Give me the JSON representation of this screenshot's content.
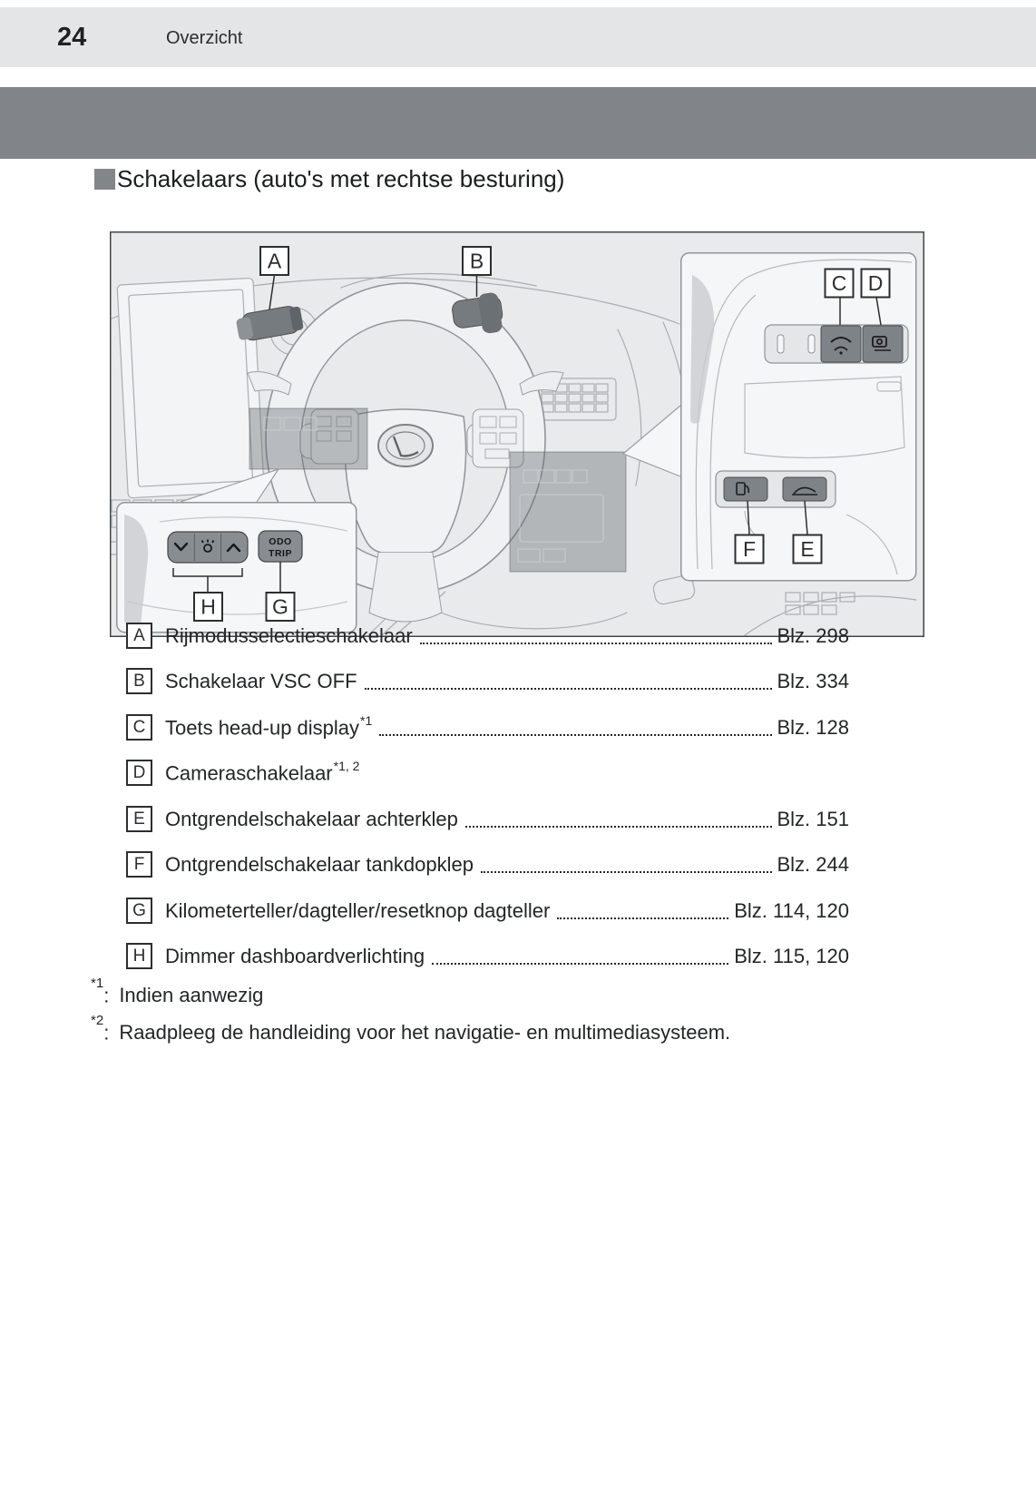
{
  "page": {
    "number": "24",
    "section": "Overzicht"
  },
  "title": {
    "text": "Schakelaars (auto's met rechtse besturing)"
  },
  "diagram": {
    "labels": {
      "a": "A",
      "b": "B",
      "c": "C",
      "d": "D",
      "e": "E",
      "f": "F",
      "g": "G",
      "h": "H"
    },
    "odo_trip_line1": "ODO",
    "odo_trip_line2": "TRIP"
  },
  "list": {
    "items": [
      {
        "key": "A",
        "label": "Rijmodusselectieschakelaar",
        "sup": "",
        "page": "Blz. 298"
      },
      {
        "key": "B",
        "label": "Schakelaar VSC OFF",
        "sup": "",
        "page": "Blz. 334"
      },
      {
        "key": "C",
        "label": "Toets head-up display",
        "sup": "*1",
        "page": "Blz. 128"
      },
      {
        "key": "D",
        "label": "Cameraschakelaar",
        "sup": "*1, 2",
        "page": ""
      },
      {
        "key": "E",
        "label": "Ontgrendelschakelaar achterklep",
        "sup": "",
        "page": "Blz. 151"
      },
      {
        "key": "F",
        "label": "Ontgrendelschakelaar tankdopklep",
        "sup": "",
        "page": "Blz. 244"
      },
      {
        "key": "G",
        "label": "Kilometerteller/dagteller/resetknop dagteller",
        "sup": "",
        "page": "Blz. 114, 120"
      },
      {
        "key": "H",
        "label": "Dimmer dashboardverlichting",
        "sup": "",
        "page": "Blz. 115, 120"
      }
    ]
  },
  "footnotes": [
    {
      "marker": "*1",
      "separator": ":",
      "text": "Indien aanwezig"
    },
    {
      "marker": "*2",
      "separator": ":",
      "text": "Raadpleeg de handleiding voor het navigatie- en multimediasysteem."
    }
  ],
  "colors": {
    "header_band": "#e4e5e7",
    "banner": "#818488",
    "text": "#232527",
    "title_marker": "#838689",
    "diagram_background": "#e9eaeb",
    "label_box_border": "#2c2e30",
    "switch_dark": "#7e8388",
    "panel_light": "#f5f6f7"
  }
}
